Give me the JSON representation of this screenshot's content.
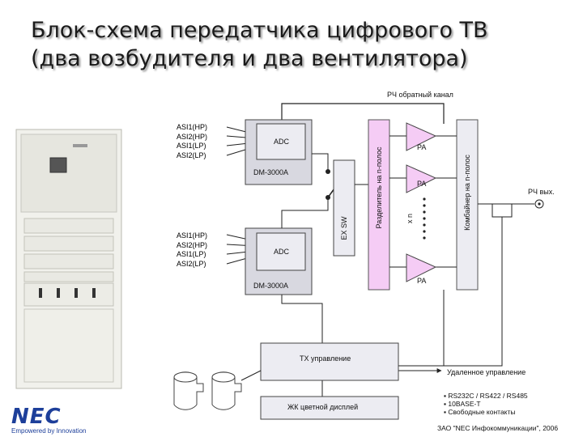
{
  "title": {
    "line1": "Блок-схема передатчика цифрового ТВ",
    "line2": "(два возбудителя и два вентилятора)"
  },
  "labels": {
    "feedback": "РЧ обратный канал",
    "inputs_a": [
      "ASI1(HP)",
      "ASI2(HP)",
      "ASI1(LP)",
      "ASI2(LP)"
    ],
    "inputs_b": [
      "ASI1(HP)",
      "ASI2(HP)",
      "ASI1(LP)",
      "ASI2(LP)"
    ],
    "adc": "ADC",
    "exciter": "DM-3000A",
    "ex_sw": "EX SW",
    "splitter": "Разделитель на n-полос",
    "combiner": "Комбайнер на n-полос",
    "pa": "PA",
    "xn": "х n",
    "rf_out": "РЧ вых.",
    "tx_control": "TX управление",
    "lcd": "ЖК цветной дисплей",
    "remote": "Удаленное управление",
    "remote_items": [
      "RS232C / RS422 / RS485",
      "10BASE-T",
      "Свободные контакты"
    ]
  },
  "footer": "ЗАО \"NEC Инфокоммуникации\", 2006",
  "logo": {
    "name": "NEC",
    "tagline": "Empowered by Innovation"
  },
  "colors": {
    "splitter": "#f5ccf5",
    "pa": "#f5ccf5",
    "box_fill": "#e4e4ec",
    "brand": "#1d3f9a"
  }
}
